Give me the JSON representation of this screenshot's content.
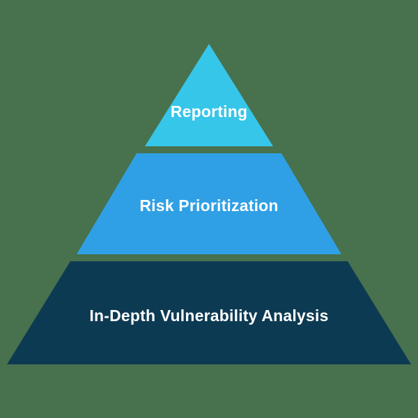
{
  "diagram": {
    "type": "pyramid",
    "background_color": "#48714D",
    "text_color": "#FFFFFF",
    "levels": [
      {
        "label": "Reporting",
        "color": "#36C6E9",
        "position": "top"
      },
      {
        "label": "Risk Prioritization",
        "color": "#2FA0E5",
        "position": "middle"
      },
      {
        "label": "In-Depth Vulnerability Analysis",
        "color": "#0D3A53",
        "position": "bottom"
      }
    ]
  }
}
